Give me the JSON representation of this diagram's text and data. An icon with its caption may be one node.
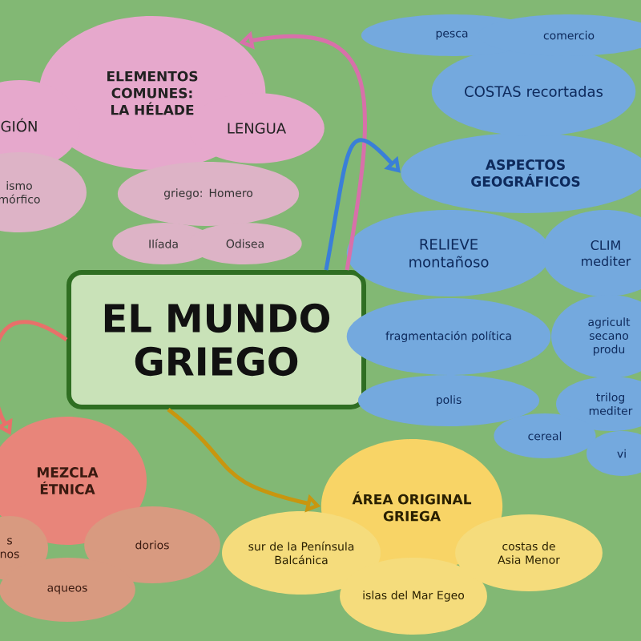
{
  "diagram": {
    "nodes": [
      {
        "text": [
          "EL MUNDO GRIEGO"
        ]
      },
      {
        "text": [
          "ELEMENTOS COMUNES: LA HÉLADE"
        ]
      },
      {
        "text": [
          "GIÓN"
        ]
      },
      {
        "text": [
          "LENGUA"
        ]
      },
      {
        "text": [
          "ismo mórfico"
        ]
      },
      {
        "text": [
          "griego: Homero"
        ]
      },
      {
        "text": [
          "Ilíada"
        ]
      },
      {
        "text": [
          "Odisea"
        ]
      },
      {
        "text": [
          "ASPECTOS GEOGRÁFICOS"
        ]
      },
      {
        "text": [
          "COSTAS recortadas"
        ]
      },
      {
        "text": [
          "pesca"
        ]
      },
      {
        "text": [
          "comercio"
        ]
      },
      {
        "text": [
          "RELIEVE montañoso"
        ]
      },
      {
        "text": [
          "fragmentación política"
        ]
      },
      {
        "text": [
          "polis"
        ]
      },
      {
        "text": [
          "CLIM mediter"
        ]
      },
      {
        "text": [
          "agricult secano produ"
        ]
      },
      {
        "text": [
          "trilog mediter"
        ]
      },
      {
        "text": [
          "cereal"
        ]
      },
      {
        "text": [
          "vi"
        ]
      },
      {
        "text": [
          "MEZCLA ÉTNICA"
        ]
      },
      {
        "text": [
          "s nos"
        ]
      },
      {
        "text": [
          "dorios"
        ]
      },
      {
        "text": [
          "aqueos"
        ]
      },
      {
        "text": [
          "ÁREA ORIGINAL GRIEGA"
        ]
      },
      {
        "text": [
          "sur de la Península Balcánica"
        ]
      },
      {
        "text": [
          "islas del Mar Egeo"
        ]
      },
      {
        "text": [
          "costas de Asia Menor"
        ]
      }
    ],
    "edges": [
      {
        "from": 0,
        "to": 1,
        "arrow": "to",
        "color": "#d870aa"
      },
      {
        "from": 0,
        "to": 8,
        "arrow": "to",
        "color": "#3a7fd8"
      },
      {
        "from": 0,
        "to": 20,
        "arrow": "to",
        "color": "#e8706a"
      },
      {
        "from": 0,
        "to": 24,
        "arrow": "to",
        "color": "#c8960f"
      }
    ]
  }
}
